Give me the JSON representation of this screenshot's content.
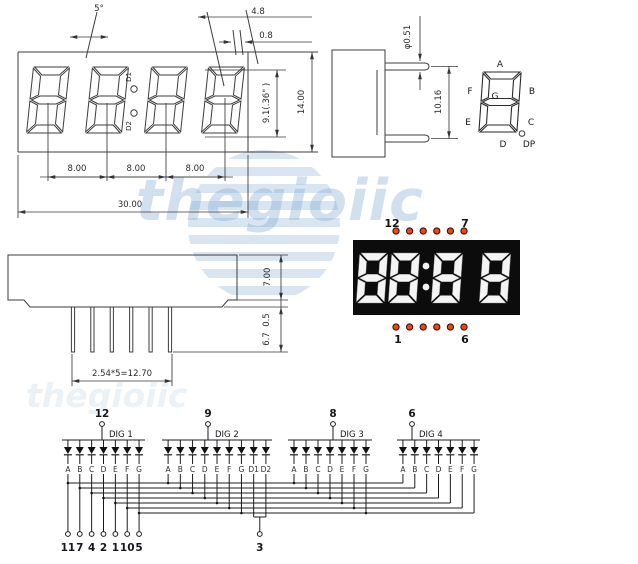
{
  "watermark": {
    "text": "thegioiic",
    "text2": "thegioiic",
    "color": "#7aa5cc"
  },
  "front_view": {
    "angle": "5°",
    "dim_seg_w": "4.8",
    "dim_seg_t": "0.8",
    "dim_digit_h": "9.1(.36\" )",
    "dim_height": "14.00",
    "pitch_a": "8.00",
    "pitch_b": "8.00",
    "pitch_c": "8.00",
    "dim_width": "30.00",
    "colon_top": "D1",
    "colon_bottom": "D2"
  },
  "side_view": {
    "pin_dia": "φ0.51",
    "pin_span": "10.16"
  },
  "segment_map": {
    "a": "A",
    "b": "B",
    "c": "C",
    "d": "D",
    "e": "E",
    "f": "F",
    "g": "G",
    "dp": "DP"
  },
  "profile_view": {
    "body_h": "7.00",
    "standoff": "0.5",
    "pin_len": "6.7",
    "pitch": "2.54*5=12.70"
  },
  "photo": {
    "pin_tl": "12",
    "pin_tr": "7",
    "pin_bl": "1",
    "pin_br": "6",
    "body_color": "#0c0c0c",
    "segment_color": "#f4f4f4",
    "pin_dot_color": "#e64a19"
  },
  "schematic": {
    "groups": [
      {
        "pin": "12",
        "label": "DIG 1",
        "segments": [
          "A",
          "B",
          "C",
          "D",
          "E",
          "F",
          "G"
        ]
      },
      {
        "pin": "9",
        "label": "DIG 2",
        "segments": [
          "A",
          "B",
          "C",
          "D",
          "E",
          "F",
          "G",
          "D1",
          "D2"
        ]
      },
      {
        "pin": "8",
        "label": "DIG 3",
        "segments": [
          "A",
          "B",
          "C",
          "D",
          "E",
          "F",
          "G"
        ]
      },
      {
        "pin": "6",
        "label": "DIG 4",
        "segments": [
          "A",
          "B",
          "C",
          "D",
          "E",
          "F",
          "G"
        ]
      }
    ],
    "bottom_pins": [
      "11",
      "7",
      "4",
      "2",
      "1",
      "10",
      "5"
    ],
    "colon_pin": "3"
  }
}
